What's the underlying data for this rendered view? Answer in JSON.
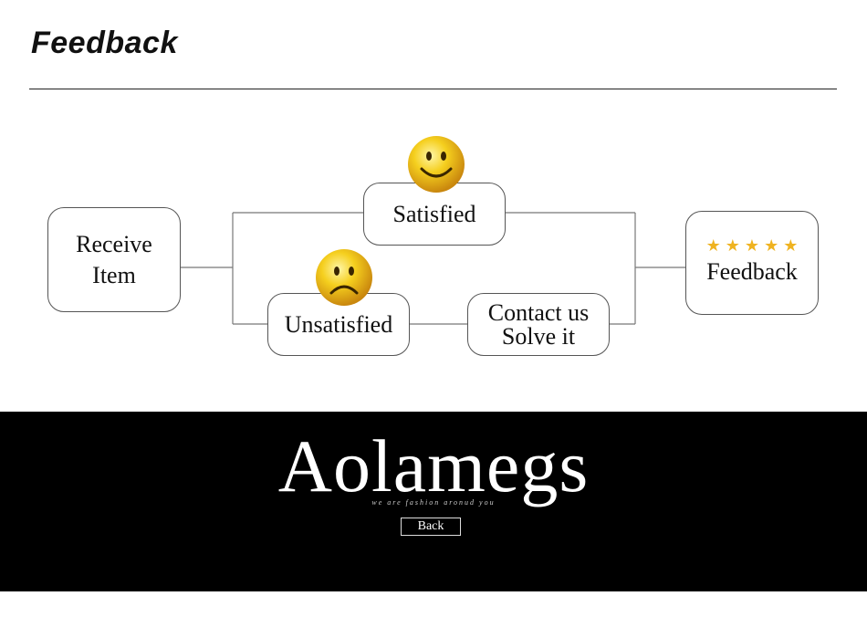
{
  "header": {
    "title": "Feedback"
  },
  "diagram": {
    "receive": {
      "line1": "Receive",
      "line2": "Item"
    },
    "satisfied": {
      "label": "Satisfied"
    },
    "unsatisfied": {
      "label": "Unsatisfied"
    },
    "contact": {
      "line1": "Contact us",
      "line2": "Solve it"
    },
    "feedback": {
      "label": "Feedback",
      "stars": 5
    },
    "colors": {
      "line": "#555555",
      "star": "#efb321",
      "smiley": "#f2c21b"
    }
  },
  "banner": {
    "brand": "Aolamegs",
    "tagline": "we are fashion aronud you",
    "back_label": "Back"
  }
}
